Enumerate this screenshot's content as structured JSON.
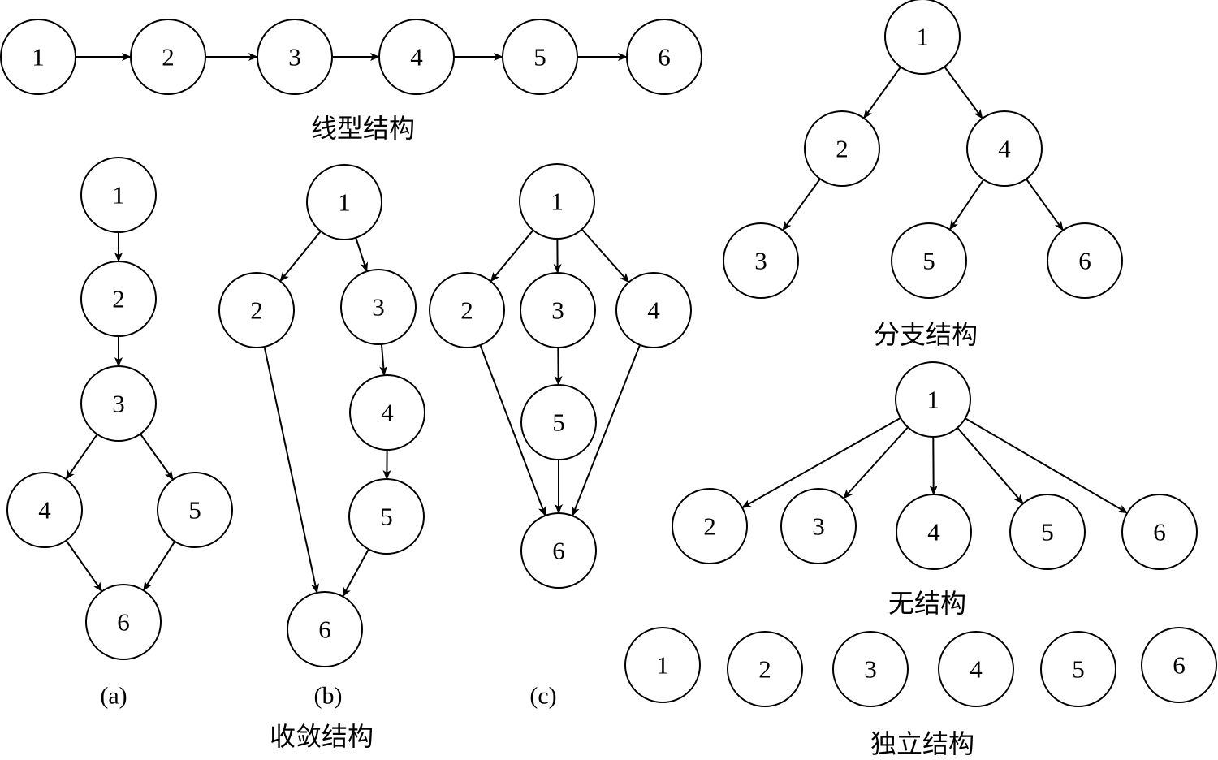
{
  "title": "Task dependency structures",
  "colors": {
    "stroke": "#000000",
    "fill": "#ffffff",
    "text": "#000000"
  },
  "diagrams": [
    {
      "id": "linear",
      "caption": "线型结构",
      "nodes": [
        "1",
        "2",
        "3",
        "4",
        "5",
        "6"
      ],
      "edges": [
        [
          "1",
          "2"
        ],
        [
          "2",
          "3"
        ],
        [
          "3",
          "4"
        ],
        [
          "4",
          "5"
        ],
        [
          "5",
          "6"
        ]
      ]
    },
    {
      "id": "branch",
      "caption": "分支结构",
      "nodes": [
        "1",
        "2",
        "4",
        "3",
        "5",
        "6"
      ],
      "edges": [
        [
          "1",
          "2"
        ],
        [
          "1",
          "4"
        ],
        [
          "2",
          "3"
        ],
        [
          "4",
          "5"
        ],
        [
          "4",
          "6"
        ]
      ]
    },
    {
      "id": "convergent-a",
      "sublabel": "(a)",
      "nodes": [
        "1",
        "2",
        "3",
        "4",
        "5",
        "6"
      ],
      "edges": [
        [
          "1",
          "2"
        ],
        [
          "2",
          "3"
        ],
        [
          "3",
          "4"
        ],
        [
          "3",
          "5"
        ],
        [
          "4",
          "6"
        ],
        [
          "5",
          "6"
        ]
      ]
    },
    {
      "id": "convergent-b",
      "sublabel": "(b)",
      "caption": "收敛结构",
      "nodes": [
        "1",
        "2",
        "3",
        "4",
        "5",
        "6"
      ],
      "edges": [
        [
          "1",
          "2"
        ],
        [
          "1",
          "3"
        ],
        [
          "3",
          "4"
        ],
        [
          "4",
          "5"
        ],
        [
          "2",
          "6"
        ],
        [
          "5",
          "6"
        ]
      ]
    },
    {
      "id": "convergent-c",
      "sublabel": "(c)",
      "nodes": [
        "1",
        "2",
        "3",
        "4",
        "5",
        "6"
      ],
      "edges": [
        [
          "1",
          "2"
        ],
        [
          "1",
          "3"
        ],
        [
          "1",
          "4"
        ],
        [
          "3",
          "5"
        ],
        [
          "2",
          "6"
        ],
        [
          "5",
          "6"
        ],
        [
          "4",
          "6"
        ]
      ]
    },
    {
      "id": "unstructured",
      "caption": "无结构",
      "nodes": [
        "1",
        "2",
        "3",
        "4",
        "5",
        "6"
      ],
      "edges": [
        [
          "1",
          "2"
        ],
        [
          "1",
          "3"
        ],
        [
          "1",
          "4"
        ],
        [
          "1",
          "5"
        ],
        [
          "1",
          "6"
        ]
      ]
    },
    {
      "id": "independent",
      "caption": "独立结构",
      "nodes": [
        "1",
        "2",
        "3",
        "4",
        "5",
        "6"
      ],
      "edges": []
    }
  ]
}
